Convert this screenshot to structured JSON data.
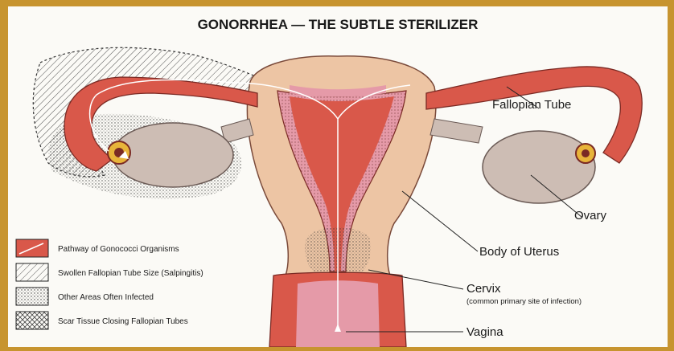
{
  "title": "GONORRHEA — THE SUBTLE STERILIZER",
  "labels": {
    "fallopian_tube": "Fallopian Tube",
    "ovary": "Ovary",
    "body_of_uterus": "Body of Uterus",
    "cervix": "Cervix",
    "cervix_note": "(common primary site of infection)",
    "vagina": "Vagina"
  },
  "legend": [
    {
      "text": "Pathway of Gonococci Organisms"
    },
    {
      "text": "Swollen Fallopian Tube Size (Salpingitis)"
    },
    {
      "text": "Other Areas Often Infected"
    },
    {
      "text": "Scar Tissue Closing Fallopian Tubes"
    }
  ],
  "colors": {
    "border": "#c7942f",
    "background": "#fbfaf6",
    "flesh": "#edc5a4",
    "tissue_red": "#d9584a",
    "dark_red": "#a93a34",
    "pink": "#e59aa8",
    "ovary": "#cdbdb4",
    "gold": "#e8b43a"
  }
}
